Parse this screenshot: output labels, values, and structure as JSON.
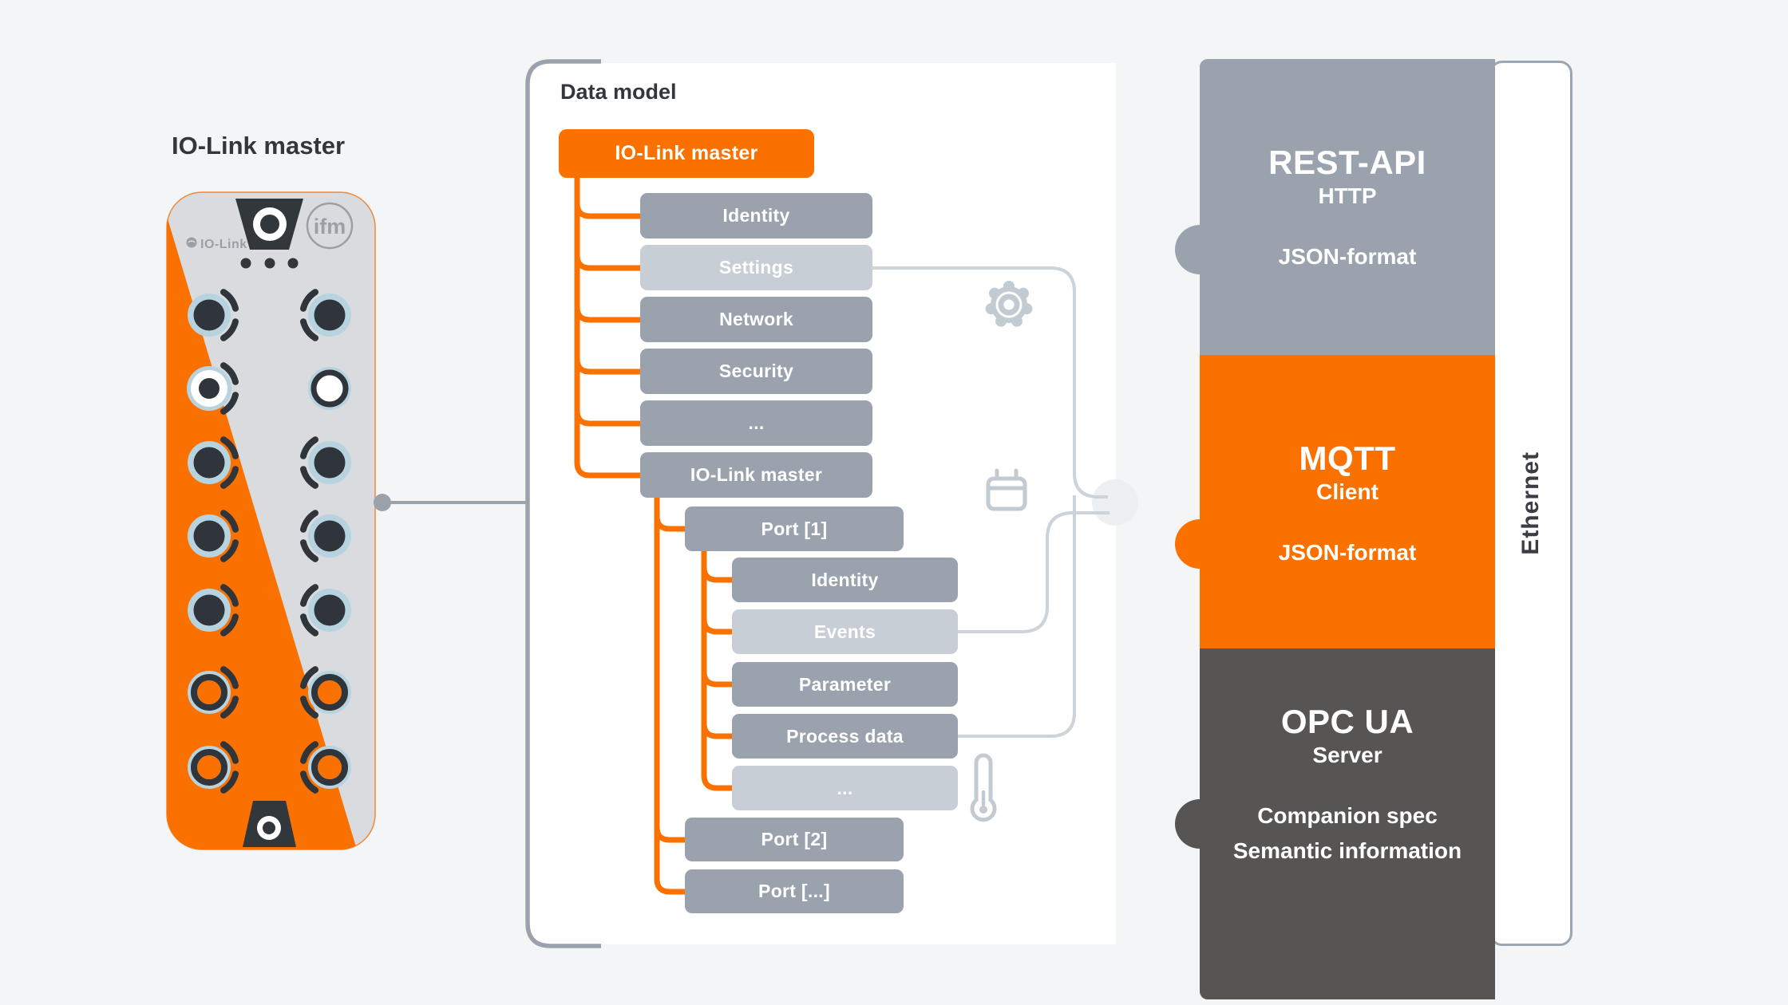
{
  "device": {
    "title": "IO-Link master",
    "brand_logo": "ifm",
    "body_label": "IO-Link"
  },
  "panel": {
    "title": "Data model",
    "root": "IO-Link master",
    "level1": [
      {
        "label": "Identity",
        "highlight": false
      },
      {
        "label": "Settings",
        "highlight": true
      },
      {
        "label": "Network",
        "highlight": false
      },
      {
        "label": "Security",
        "highlight": false
      },
      {
        "label": "...",
        "highlight": false
      },
      {
        "label": "IO-Link master",
        "highlight": false
      }
    ],
    "port1": "Port [1]",
    "port1_children": [
      {
        "label": "Identity",
        "highlight": false
      },
      {
        "label": "Events",
        "highlight": true
      },
      {
        "label": "Parameter",
        "highlight": false
      },
      {
        "label": "Process data",
        "highlight": false
      },
      {
        "label": "...",
        "highlight": true
      }
    ],
    "port2": "Port [2]",
    "port_more": "Port [...]",
    "icons": [
      "gear",
      "calendar",
      "thermometer"
    ]
  },
  "interfaces": [
    {
      "title": "REST-API",
      "subtitle": "HTTP",
      "lines": [
        "JSON-format"
      ],
      "color": "#9aa3ad"
    },
    {
      "title": "MQTT",
      "subtitle": "Client",
      "lines": [
        "JSON-format"
      ],
      "color": "#fb7100"
    },
    {
      "title": "OPC UA",
      "subtitle": "Server",
      "lines": [
        "Companion spec",
        "Semantic information"
      ],
      "color": "#575554"
    }
  ],
  "ethernet_label": "Ethernet",
  "colors": {
    "background": "#f4f5f6",
    "accent_orange": "#fb7100",
    "box_gray": "#9aa3ad",
    "box_light_gray": "#c7ced5",
    "dark_text": "#32373c",
    "opc_dark": "#575554",
    "connector_light": "#ccd3d9",
    "device_body": "#d9dbde",
    "port_ring_blue": "#b7d3e0"
  }
}
